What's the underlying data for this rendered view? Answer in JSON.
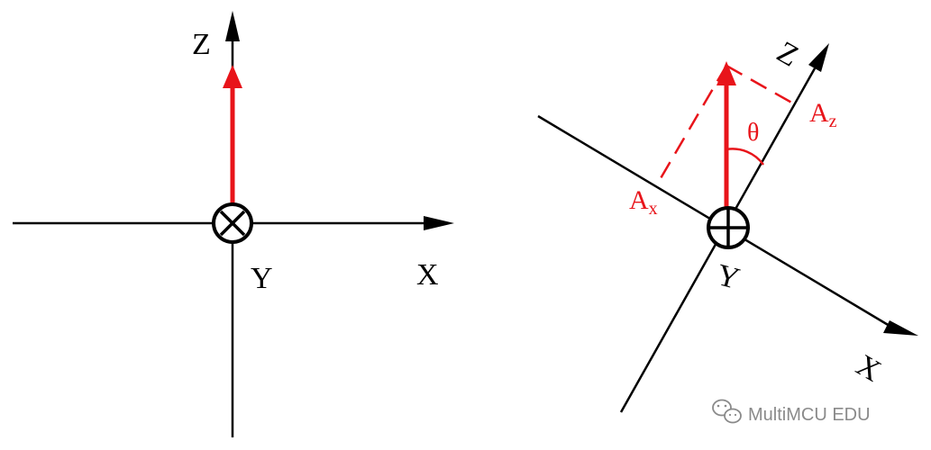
{
  "colors": {
    "axis": "#000000",
    "vector": "#e8141a",
    "watermark": "#8a8a8a",
    "background": "#ffffff"
  },
  "left_frame": {
    "z_label": "Z",
    "x_label": "X",
    "y_label": "Y",
    "y_axis_symbol": "into-page-circle-x"
  },
  "right_frame": {
    "z_label": "Z",
    "x_label": "X",
    "y_label": "Y",
    "ax_main": "A",
    "ax_sub": "x",
    "az_main": "A",
    "az_sub": "z",
    "angle_label": "θ",
    "y_axis_symbol": "into-page-circle-plus"
  },
  "watermark": {
    "text": "MultiMCU EDU",
    "icon": "wechat-icon"
  }
}
